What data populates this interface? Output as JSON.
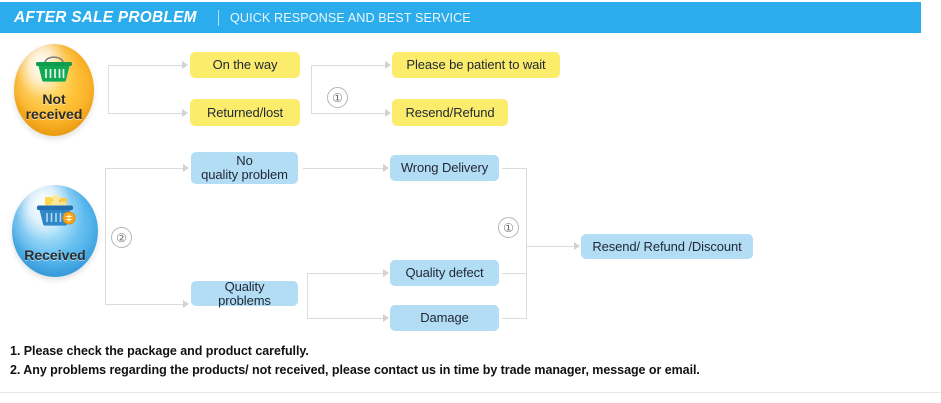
{
  "header": {
    "title": "AFTER SALE PROBLEM",
    "subtitle": "QUICK RESPONSE AND BEST SERVICE",
    "bg_color": "#2bacec",
    "text_color": "#ffffff"
  },
  "colors": {
    "yellow_box": "#fbec6c",
    "blue_box": "#b3ddf5",
    "connector": "#dcdcdc",
    "accent": "#2bacec"
  },
  "flow": {
    "branches": [
      {
        "id": "not-received",
        "label_line1": "Not",
        "label_line2": "received",
        "icon": "orange-shopping-basket-icon",
        "icon_color": "#fcb62b",
        "stage1": [
          {
            "label": "On the way",
            "style": "yellow"
          },
          {
            "label": "Returned/lost",
            "style": "yellow"
          }
        ],
        "marker": "①",
        "stage2": [
          {
            "label": "Please be patient to wait",
            "style": "yellow"
          },
          {
            "label": "Resend/Refund",
            "style": "yellow"
          }
        ]
      },
      {
        "id": "received",
        "label_line1": "Received",
        "label_line2": "",
        "icon": "blue-shopping-basket-icon",
        "icon_color": "#59b8ee",
        "marker_root": "②",
        "stage1": [
          {
            "label_line1": "No",
            "label_line2": "quality problem",
            "style": "blue"
          },
          {
            "label_line1": "Quality problems",
            "label_line2": "",
            "style": "blue"
          }
        ],
        "stage2": [
          {
            "label": "Wrong Delivery",
            "style": "blue"
          },
          {
            "label": "Quality defect",
            "style": "blue"
          },
          {
            "label": "Damage",
            "style": "blue"
          }
        ],
        "marker": "①",
        "stage3": [
          {
            "label": "Resend/ Refund /Discount",
            "style": "blue"
          }
        ]
      }
    ]
  },
  "notes": [
    "1. Please check the package and product carefully.",
    "2. Any problems regarding the products/ not received, please contact us in time by trade manager, message or email."
  ]
}
